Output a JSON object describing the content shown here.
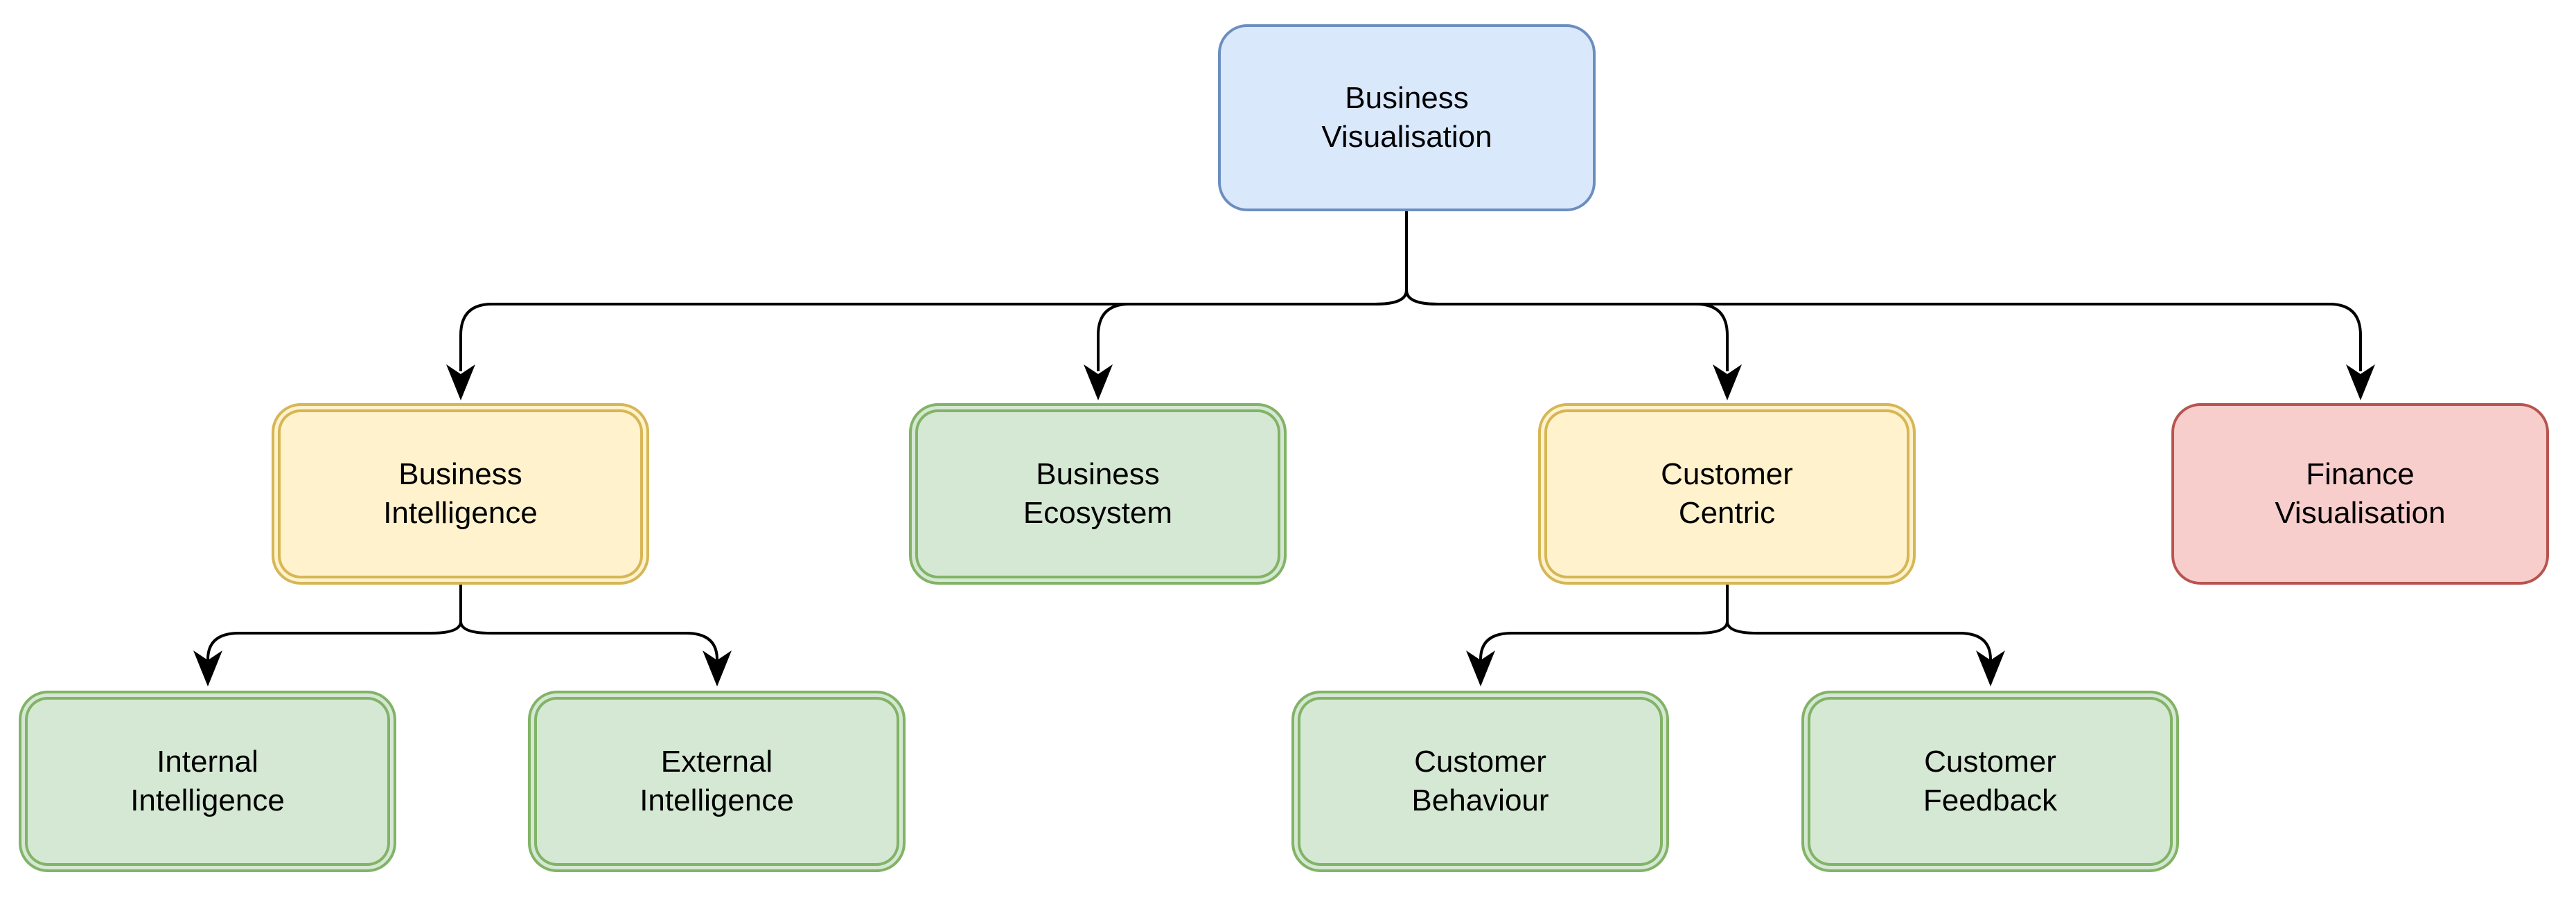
{
  "diagram": {
    "type": "tree",
    "background_color": "#ffffff",
    "edge_color": "#000000",
    "text_color": "#000000",
    "nodes": [
      {
        "id": "business-visualisation",
        "label": "Business\nVisualisation",
        "fill": "#dae8fc",
        "stroke": "#6c8ebf",
        "border": "single",
        "level": 0
      },
      {
        "id": "business-intelligence",
        "label": "Business\nIntelligence",
        "fill": "#fff2cc",
        "stroke": "#d6b656",
        "border": "double",
        "level": 1
      },
      {
        "id": "business-ecosystem",
        "label": "Business\nEcosystem",
        "fill": "#d5e8d4",
        "stroke": "#82b366",
        "border": "double",
        "level": 1
      },
      {
        "id": "customer-centric",
        "label": "Customer\nCentric",
        "fill": "#fff2cc",
        "stroke": "#d6b656",
        "border": "double",
        "level": 1
      },
      {
        "id": "finance-visualisation",
        "label": "Finance\nVisualisation",
        "fill": "#f8cecc",
        "stroke": "#b85450",
        "border": "single",
        "level": 1
      },
      {
        "id": "internal-intelligence",
        "label": "Internal\nIntelligence",
        "fill": "#d5e8d4",
        "stroke": "#82b366",
        "border": "double",
        "level": 2
      },
      {
        "id": "external-intelligence",
        "label": "External\nIntelligence",
        "fill": "#d5e8d4",
        "stroke": "#82b366",
        "border": "double",
        "level": 2
      },
      {
        "id": "customer-behaviour",
        "label": "Customer\nBehaviour",
        "fill": "#d5e8d4",
        "stroke": "#82b366",
        "border": "double",
        "level": 2
      },
      {
        "id": "customer-feedback",
        "label": "Customer\nFeedback",
        "fill": "#d5e8d4",
        "stroke": "#82b366",
        "border": "double",
        "level": 2
      }
    ],
    "edges": [
      {
        "from": "business-visualisation",
        "to": "business-intelligence"
      },
      {
        "from": "business-visualisation",
        "to": "business-ecosystem"
      },
      {
        "from": "business-visualisation",
        "to": "customer-centric"
      },
      {
        "from": "business-visualisation",
        "to": "finance-visualisation"
      },
      {
        "from": "business-intelligence",
        "to": "internal-intelligence"
      },
      {
        "from": "business-intelligence",
        "to": "external-intelligence"
      },
      {
        "from": "customer-centric",
        "to": "customer-behaviour"
      },
      {
        "from": "customer-centric",
        "to": "customer-feedback"
      }
    ]
  }
}
